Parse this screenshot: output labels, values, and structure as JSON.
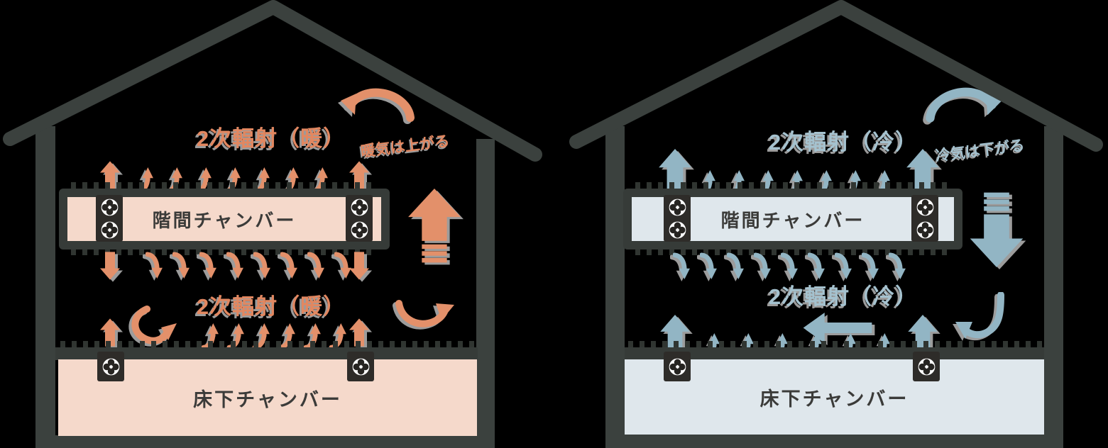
{
  "diagram_title": "chamber-air-circulation-house-diagram",
  "left_house": {
    "theme": "warm-heating",
    "accent_color": "#e3906a",
    "chamber_fill_color": "#f5d9cb",
    "heading_2f": "2次輻射（暖）",
    "heading_1f": "2次輻射（暖）",
    "annotation": "暖気は上がる",
    "mid_chamber_label": "階間チャンバー",
    "floor_chamber_label": "床下チャンバー"
  },
  "right_house": {
    "theme": "cool-cooling",
    "accent_color": "#92b5c4",
    "text_accent_color": "#a5c2cf",
    "chamber_fill_color": "#dfe7ec",
    "heading_2f": "2次輻射（冷）",
    "heading_1f": "2次輻射（冷）",
    "annotation": "冷気は下がる",
    "mid_chamber_label": "階間チャンバー",
    "floor_chamber_label": "床下チャンバー"
  },
  "colors": {
    "background": "#000000",
    "structure": "#3b413e",
    "shadow": "#9c9c9c",
    "label_text": "#3b3b39",
    "fan_housing": "#2e2c29"
  }
}
